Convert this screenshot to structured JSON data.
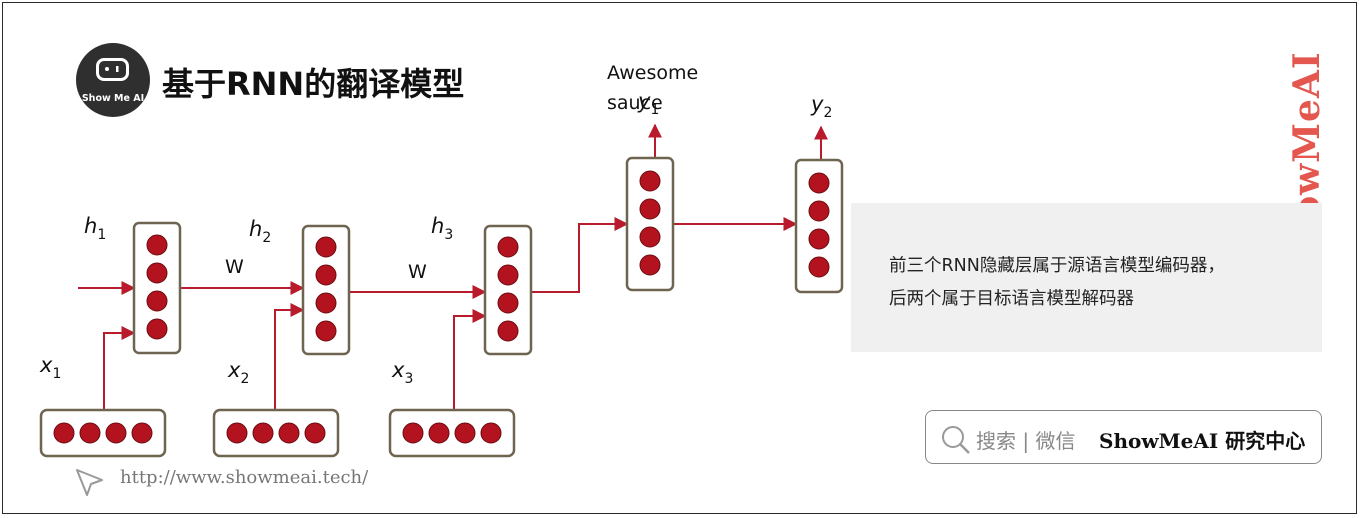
{
  "header": {
    "title": "基于RNN的翻译模型",
    "logo_text": "Show Me AI"
  },
  "side_brand": {
    "text": "ShowMeAI"
  },
  "diagram": {
    "hidden_labels": [
      {
        "base": "h",
        "sub": "1"
      },
      {
        "base": "h",
        "sub": "2"
      },
      {
        "base": "h",
        "sub": "3"
      }
    ],
    "input_labels": [
      {
        "base": "x",
        "sub": "1"
      },
      {
        "base": "x",
        "sub": "2"
      },
      {
        "base": "x",
        "sub": "3"
      }
    ],
    "output_labels": [
      {
        "base": "y",
        "sub": "1"
      },
      {
        "base": "y",
        "sub": "2"
      }
    ],
    "weight_labels": [
      "W",
      "W"
    ],
    "output_text": "Awesome sauce"
  },
  "note": {
    "line1": "前三个RNN隐藏层属于源语言模型编码器，",
    "line2": "后两个属于目标语言模型解码器"
  },
  "search": {
    "label": "搜索 | 微信",
    "brand": "ShowMeAI 研究中心",
    "icon": "search-icon"
  },
  "footer": {
    "url": "http://www.showmeai.tech/",
    "icon": "cursor-icon"
  },
  "colors": {
    "arrow": "#b81b2c",
    "node": "#b3131f",
    "box_border": "#6e6450",
    "brand_red": "#e4574f"
  }
}
